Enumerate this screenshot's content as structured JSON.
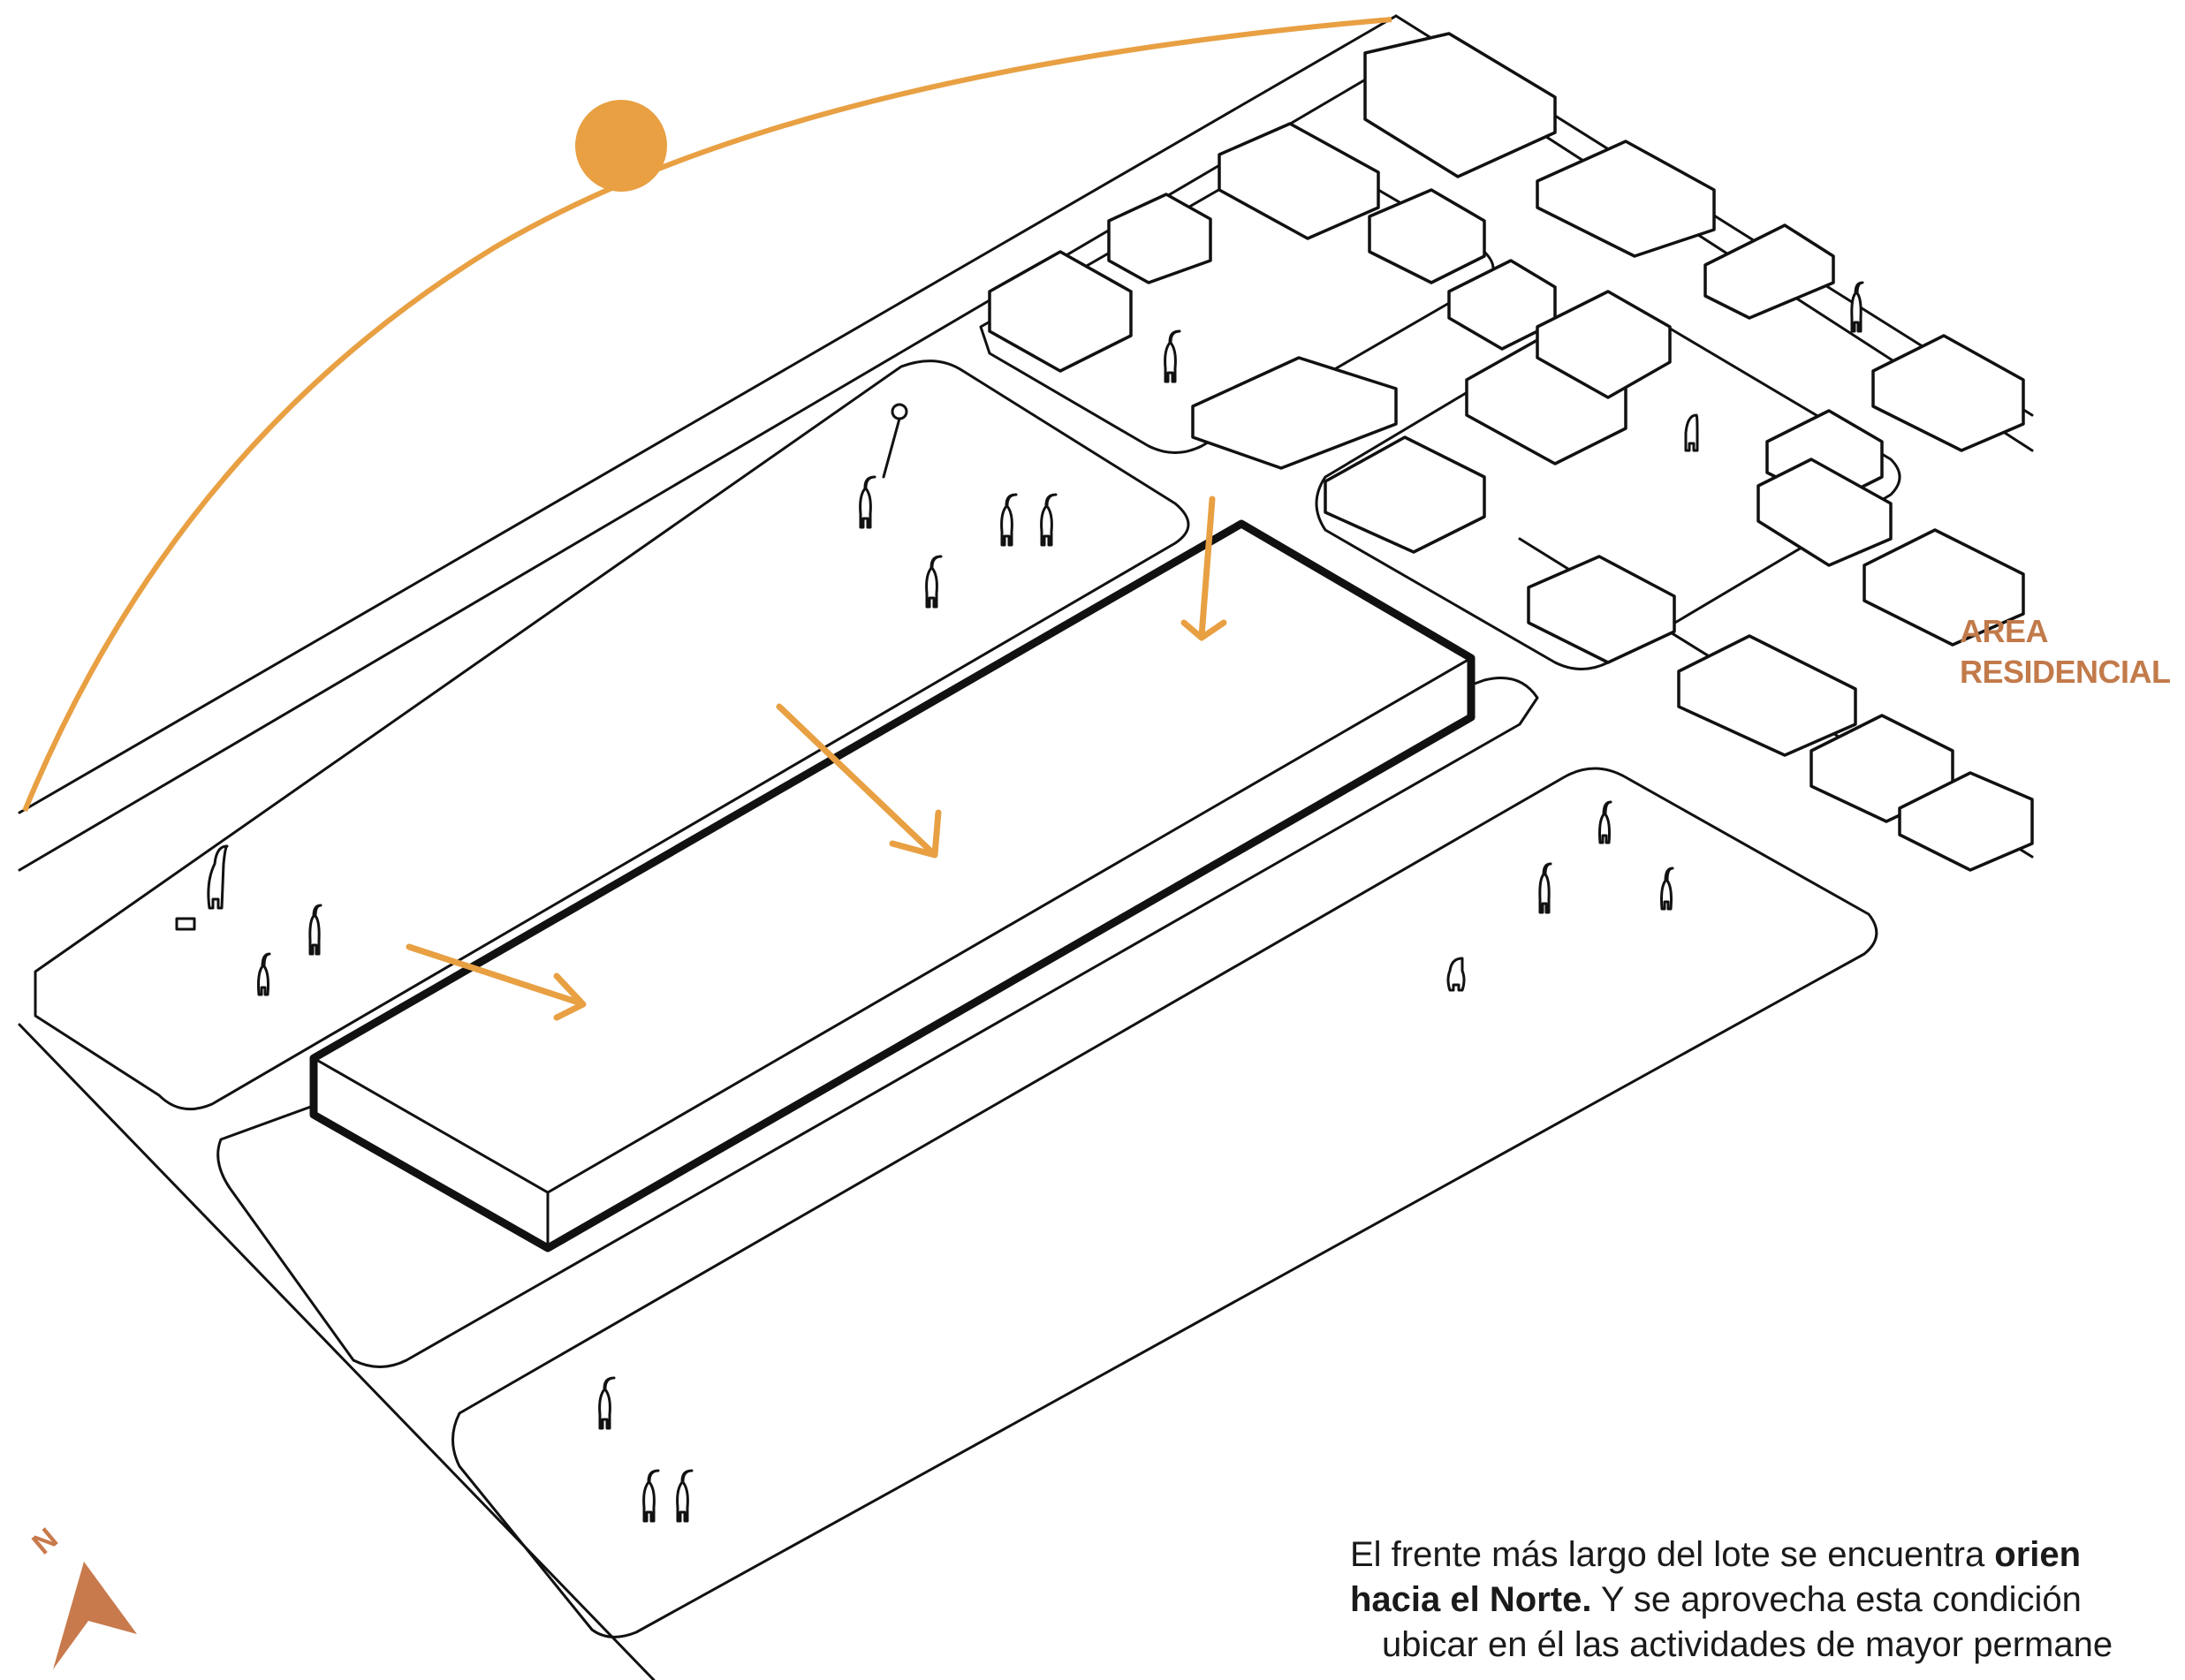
{
  "labels": {
    "area_line1": "AREA",
    "area_line2": "RESIDENCIAL"
  },
  "caption": {
    "line1_prefix": "El frente más largo del lote se encuentra ",
    "line1_bold": "orien",
    "line2_bold": "hacia el Norte.",
    "line2_rest": " Y se aprovecha esta condición",
    "line3": "ubicar en él las actividades de mayor permane"
  },
  "north_label": "N",
  "colors": {
    "accent": "#e8a043",
    "label": "#c27a4a",
    "north_arrow": "#c87a4c",
    "line": "#111111"
  }
}
